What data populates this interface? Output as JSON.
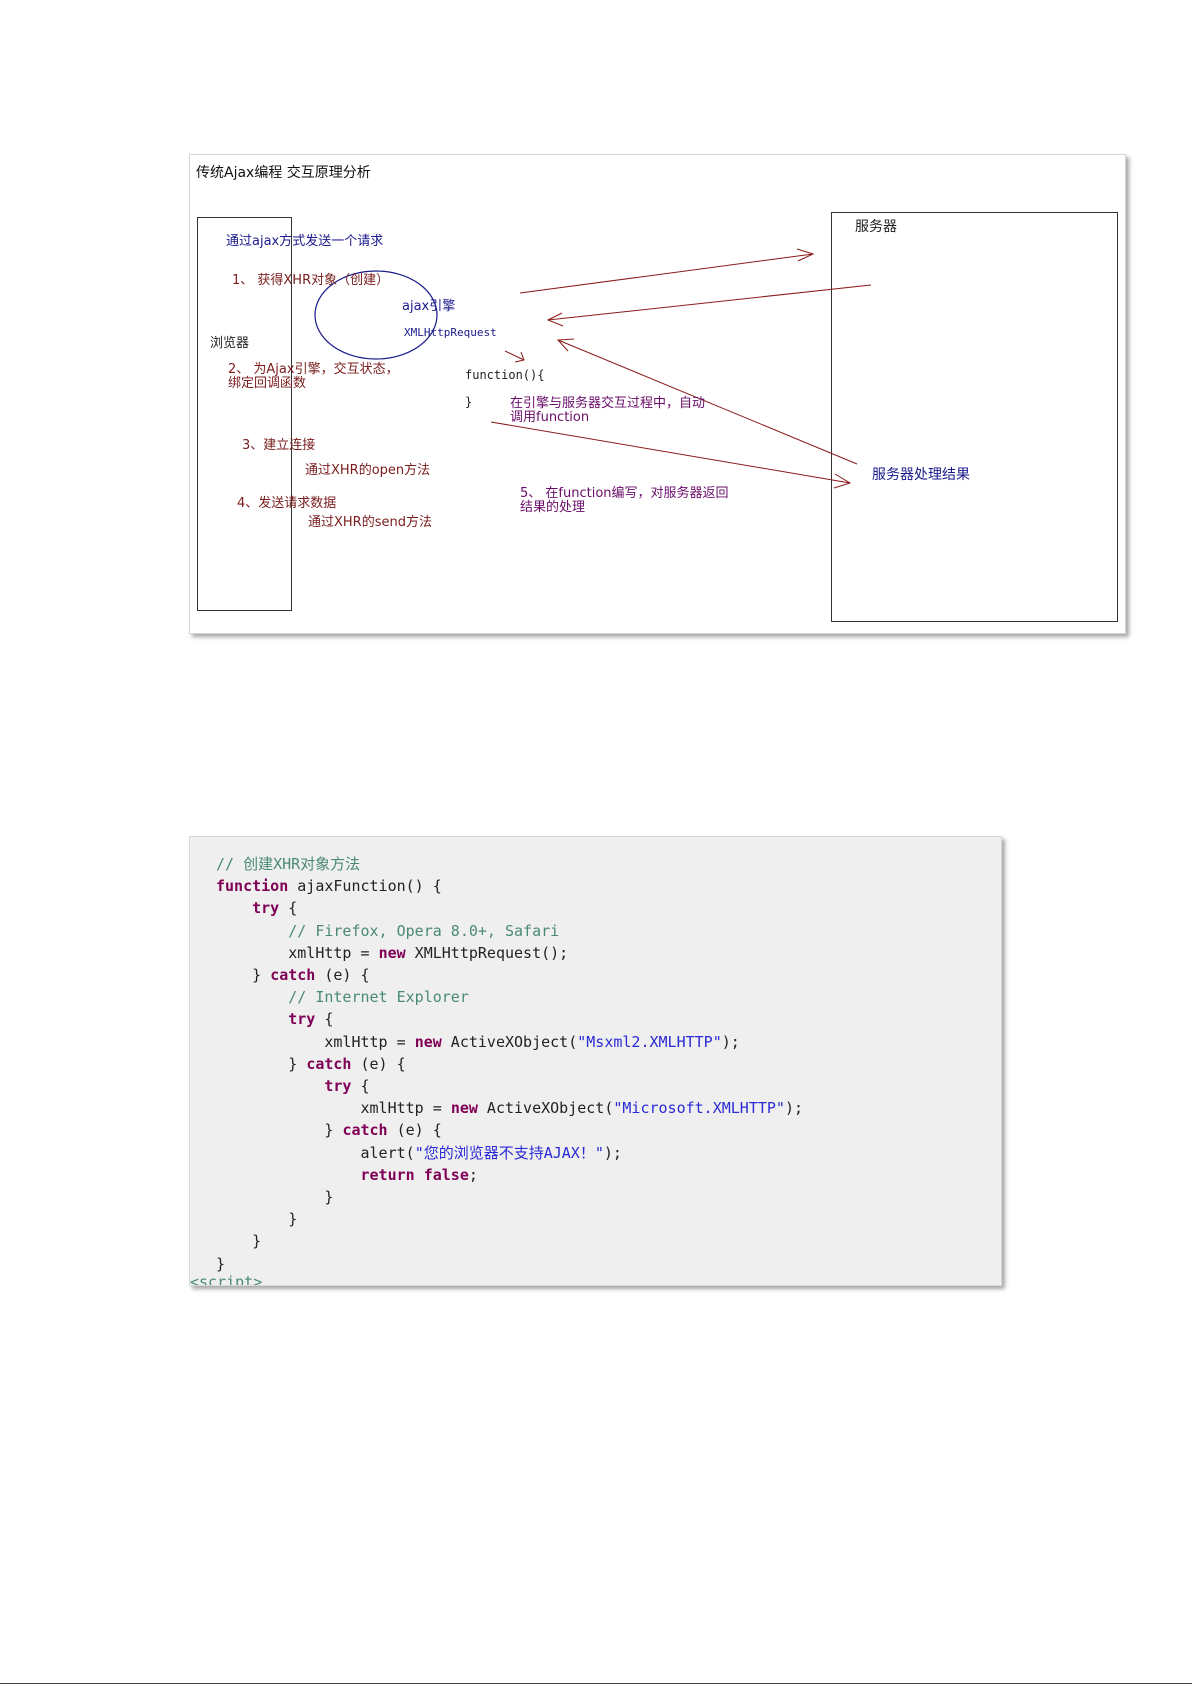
{
  "diagram": {
    "title": "传统Ajax编程 交互原理分析",
    "browser_label": "浏览器",
    "server_label": "服务器",
    "engine_label": "ajax引擎",
    "xhr_label": "XMLHttpRequest",
    "request_label": "通过ajax方式发送一个请求",
    "step1": "1、 获得XHR对象（创建）",
    "step2_line1": "2、 为Ajax引擎，交互状态，",
    "step2_line2": "绑定回调函数",
    "step3": "3、建立连接",
    "step3_note": "通过XHR的open方法",
    "step4": "4、发送请求数据",
    "step4_note": "通过XHR的send方法",
    "function_open": "function(){",
    "function_close": "}",
    "auto_call_line1": "在引擎与服务器交互过程中，自动",
    "auto_call_line2": "调用function",
    "step5_line1": "5、 在function编写，对服务器返回",
    "step5_line2": "结果的处理",
    "server_result": "服务器处理结果"
  },
  "code": {
    "comment_title": "// 创建XHR对象方法",
    "fn_keyword": "function",
    "fn_sig": " ajaxFunction() {",
    "try": "try",
    "comment_ff": "// Firefox, Opera 8.0+, Safari",
    "xml_assign": "xmlHttp = ",
    "new": "new",
    "xhr_ctor": " XMLHttpRequest();",
    "catch": "catch",
    "catch_e": " (e) {",
    "comment_ie": "// Internet Explorer",
    "activex": " ActiveXObject(",
    "msxml2": "\"Msxml2.XMLHTTP\"",
    "microsoft": "\"Microsoft.XMLHTTP\"",
    "ctor_end": ");",
    "alert_open": "alert(",
    "alert_msg": "\"您的浏览器不支持AJAX！\"",
    "return": "return",
    "false": "false",
    "cut_text": "<script>"
  }
}
